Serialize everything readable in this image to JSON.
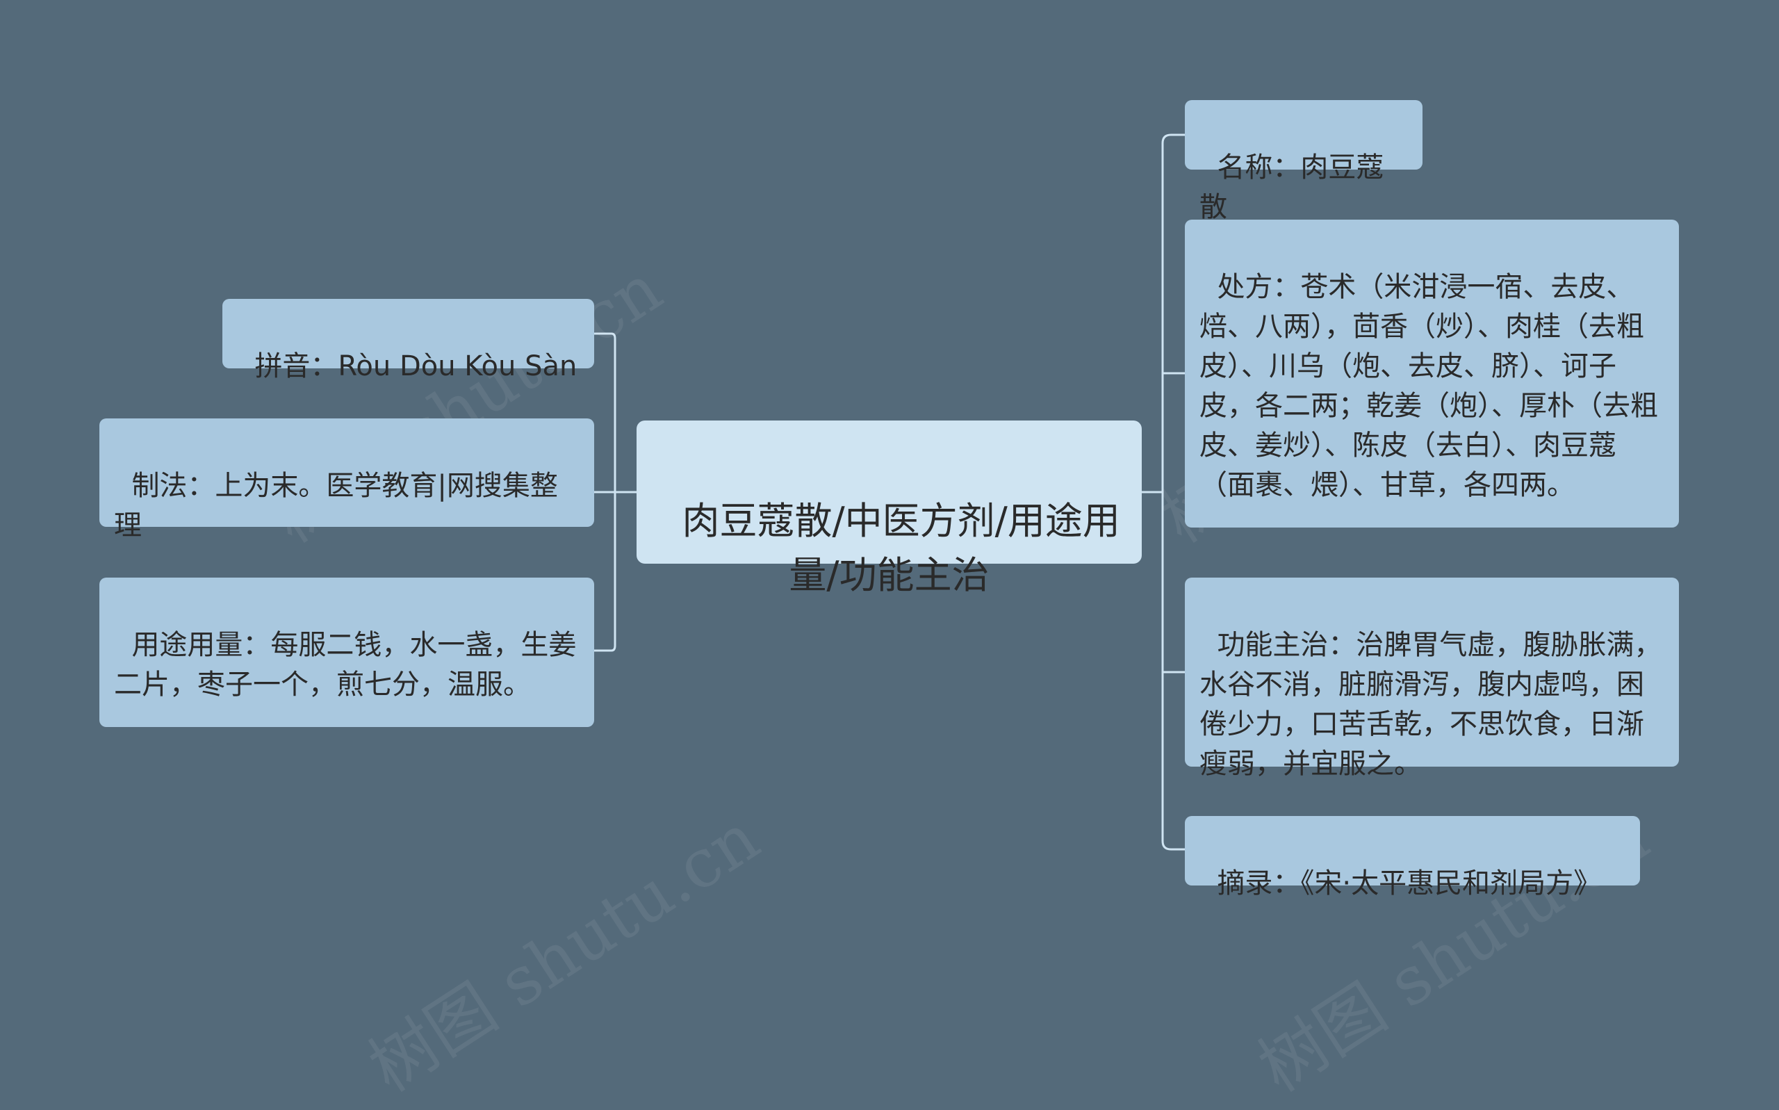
{
  "center": {
    "title": "肉豆蔻散/中医方剂/用途用量/功能主治"
  },
  "left_branches": [
    {
      "text": "拼音：Ròu Dòu Kòu Sàn"
    },
    {
      "text": "制法：上为末。医学教育|网搜集整理"
    },
    {
      "text": "用途用量：每服二钱，水一盏，生姜二片，枣子一个，煎七分，温服。"
    }
  ],
  "right_branches": [
    {
      "text": "名称：肉豆蔻散"
    },
    {
      "text": "处方：苍术（米泔浸一宿、去皮、焙、八两），茴香（炒）、肉桂（去粗皮）、川乌（炮、去皮、脐）、诃子皮，各二两；乾姜（炮）、厚朴（去粗皮、姜炒）、陈皮（去白）、肉豆蔻（面裹、煨）、甘草，各四两。"
    },
    {
      "text": "功能主治：治脾胃气虚，腹胁胀满，水谷不消，脏腑滑泻，腹内虚鸣，困倦少力，口苦舌乾，不思饮食，日渐瘦弱，并宜服之。"
    },
    {
      "text": "摘录：《宋·太平惠民和剂局方》"
    }
  ],
  "watermark": "树图 shutu.cn",
  "colors": {
    "background": "#546a7a",
    "branch_node": "#a9c8df",
    "center_node": "#cfe4f2",
    "connector": "#cfe4f2"
  }
}
